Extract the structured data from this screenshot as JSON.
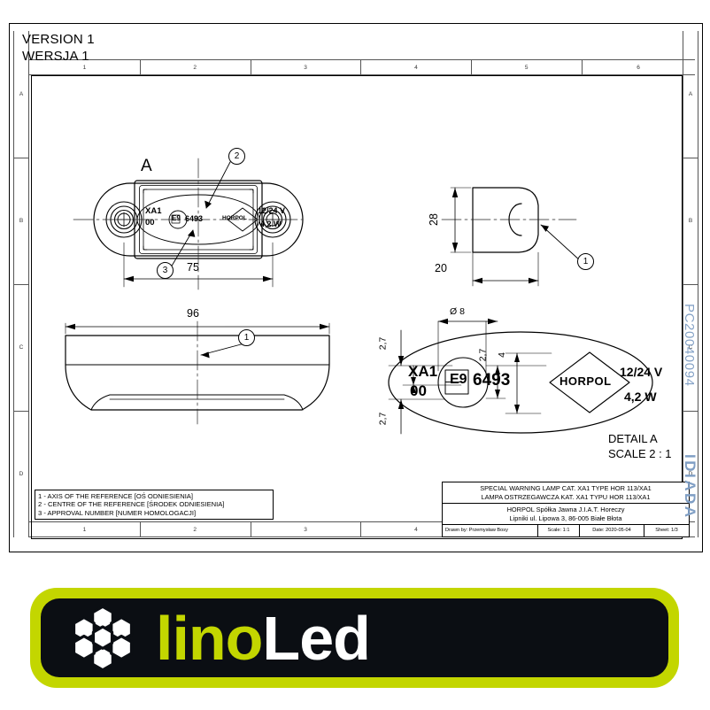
{
  "sheet": {
    "version_line1": "VERSION 1",
    "version_line2": "WERSJA 1",
    "grid_columns": [
      "1",
      "2",
      "3",
      "4",
      "5",
      "6"
    ],
    "grid_rows": [
      "A",
      "B",
      "C",
      "D"
    ]
  },
  "views": {
    "top_view": {
      "label": "A",
      "dimension_width": "75",
      "balloon_centre": "2",
      "balloon_approval": "3",
      "marking": {
        "cat_line1": "XA1",
        "cat_line2": "00",
        "approval_circle": "E9",
        "approval_number": "6493",
        "brand": "HORPOL",
        "voltage": "12/24 V",
        "power": "4,2 W"
      }
    },
    "side_view": {
      "dimension_height": "28",
      "dimension_depth": "20",
      "balloon_axis": "1"
    },
    "front_view": {
      "dimension_width": "96",
      "balloon_axis": "1"
    },
    "detail": {
      "title_line1": "DETAIL A",
      "title_line2": "SCALE 2 : 1",
      "dim_diameter": "Ø 8",
      "dim_top": "2,7",
      "dim_bottom": "2,7",
      "dim_char_height": "2,7",
      "dim_char_height2": "4",
      "marking": {
        "cat_line1": "XA1",
        "cat_line2": "00",
        "approval_circle": "E9",
        "approval_number": "6493",
        "brand": "HORPOL",
        "voltage": "12/24 V",
        "power": "4,2 W"
      }
    }
  },
  "notes": [
    "1 - AXIS OF THE REFERENCE [OŚ ODNIESIENIA]",
    "2 - CENTRE OF THE REFERENCE [ŚRODEK ODNIESIENIA]",
    "3 - APPROVAL NUMBER [NUMER HOMOLOGACJI]"
  ],
  "title_block": {
    "product_en": "SPECIAL WARNING LAMP CAT. XA1 TYPE HOR 113/XA1",
    "product_pl": "LAMPA OSTRZEGAWCZA KAT. XA1 TYPU HOR 113/XA1",
    "company_line1": "HORPOL Spółka Jawna   J.I.A.T. Horeczy",
    "company_line2": "Lipniki ul. Lipowa 3, 86-005 Białe Błota",
    "drawn_by": "Drawn by:  Przemysław Bosy",
    "scale": "Scale: 1:1",
    "date": "Date: 2020-05-04",
    "sheet": "Sheet: 1/3"
  },
  "watermark": {
    "code": "PC20040094",
    "brand": "IDIADA",
    "color": "#7f9ec4"
  },
  "logo": {
    "text_part1": "lino",
    "text_part2": "L",
    "text_part3": "e",
    "text_part4": "d",
    "bg_color": "#c3d600",
    "panel_color": "#0b0e13"
  }
}
